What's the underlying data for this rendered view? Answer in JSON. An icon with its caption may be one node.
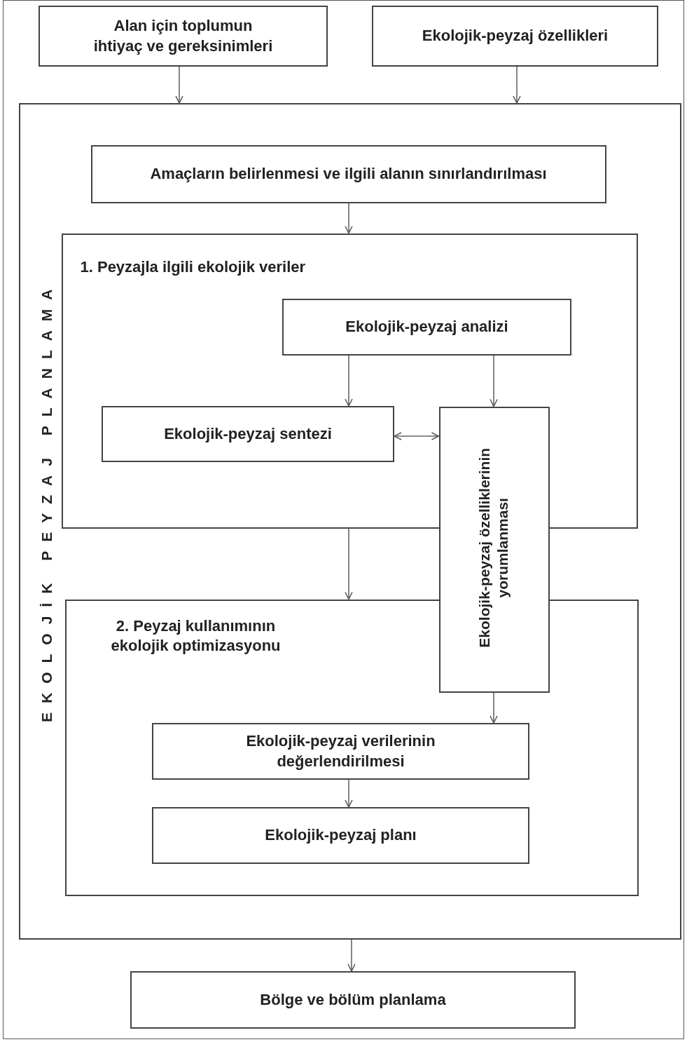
{
  "diagram": {
    "nodes": [
      {
        "text": [
          "Alan için toplumun ihtiyaç ve gereksinimleri"
        ]
      },
      {
        "text": [
          "Ekolojik-peyzaj özellikleri"
        ]
      },
      {
        "text": [
          "EKOLOJİK PEYZAJ PLANLAMA"
        ]
      },
      {
        "text": [
          "Amaçların belirlenmesi ve ilgili alanın sınırlandırılması"
        ],
        "in": 2
      },
      {
        "text": [
          "1. Peyzajla ilgili ekolojik veriler"
        ],
        "in": 2
      },
      {
        "text": [
          "Ekolojik-peyzaj analizi"
        ],
        "in": 4
      },
      {
        "text": [
          "Ekolojik-peyzaj sentezi"
        ],
        "in": 4
      },
      {
        "text": [
          "Ekolojik-peyzaj özelliklerinin yorumlanması"
        ],
        "in": 2
      },
      {
        "text": [
          "2. Peyzaj kullanımının ekolojik optimizasyonu"
        ],
        "in": 2
      },
      {
        "text": [
          "Ekolojik-peyzaj verilerinin değerlendirilmesi"
        ],
        "in": 8
      },
      {
        "text": [
          "Ekolojik-peyzaj planı"
        ],
        "in": 8
      },
      {
        "text": [
          "Bölge ve bölüm planlama"
        ]
      }
    ],
    "edges": [
      {
        "from": 0,
        "to": 2,
        "arrow": "to"
      },
      {
        "from": 1,
        "to": 2,
        "arrow": "to"
      },
      {
        "from": 3,
        "to": 4,
        "arrow": "to"
      },
      {
        "from": 5,
        "to": 6,
        "arrow": "to"
      },
      {
        "from": 5,
        "to": 7,
        "arrow": "to"
      },
      {
        "from": 6,
        "to": 7,
        "arrow": "both"
      },
      {
        "from": 4,
        "to": 8,
        "arrow": "to"
      },
      {
        "from": 7,
        "to": 9,
        "arrow": "to"
      },
      {
        "from": 9,
        "to": 10,
        "arrow": "to"
      },
      {
        "from": 2,
        "to": 11,
        "arrow": "to"
      }
    ]
  }
}
